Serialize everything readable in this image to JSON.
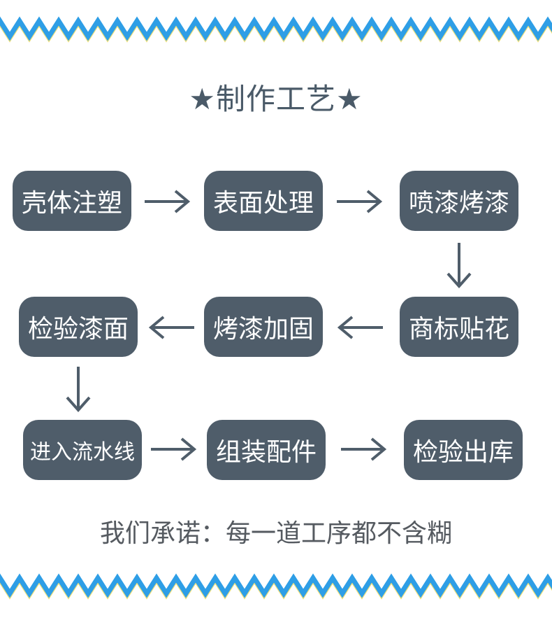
{
  "title": "★制作工艺★",
  "steps": [
    "壳体注塑",
    "表面处理",
    "喷漆烤漆",
    "商标贴花",
    "烤漆加固",
    "检验漆面",
    "进入流水线",
    "组装配件",
    "检验出库"
  ],
  "promise": "我们承诺：每一道工序都不含糊",
  "colors": {
    "box": "#4f5d6a",
    "arrow": "#4f5d6a",
    "zigzag_blue": "#2e9ee6",
    "zigzag_yellow": "#f0e07a",
    "title": "#4a5a68"
  }
}
